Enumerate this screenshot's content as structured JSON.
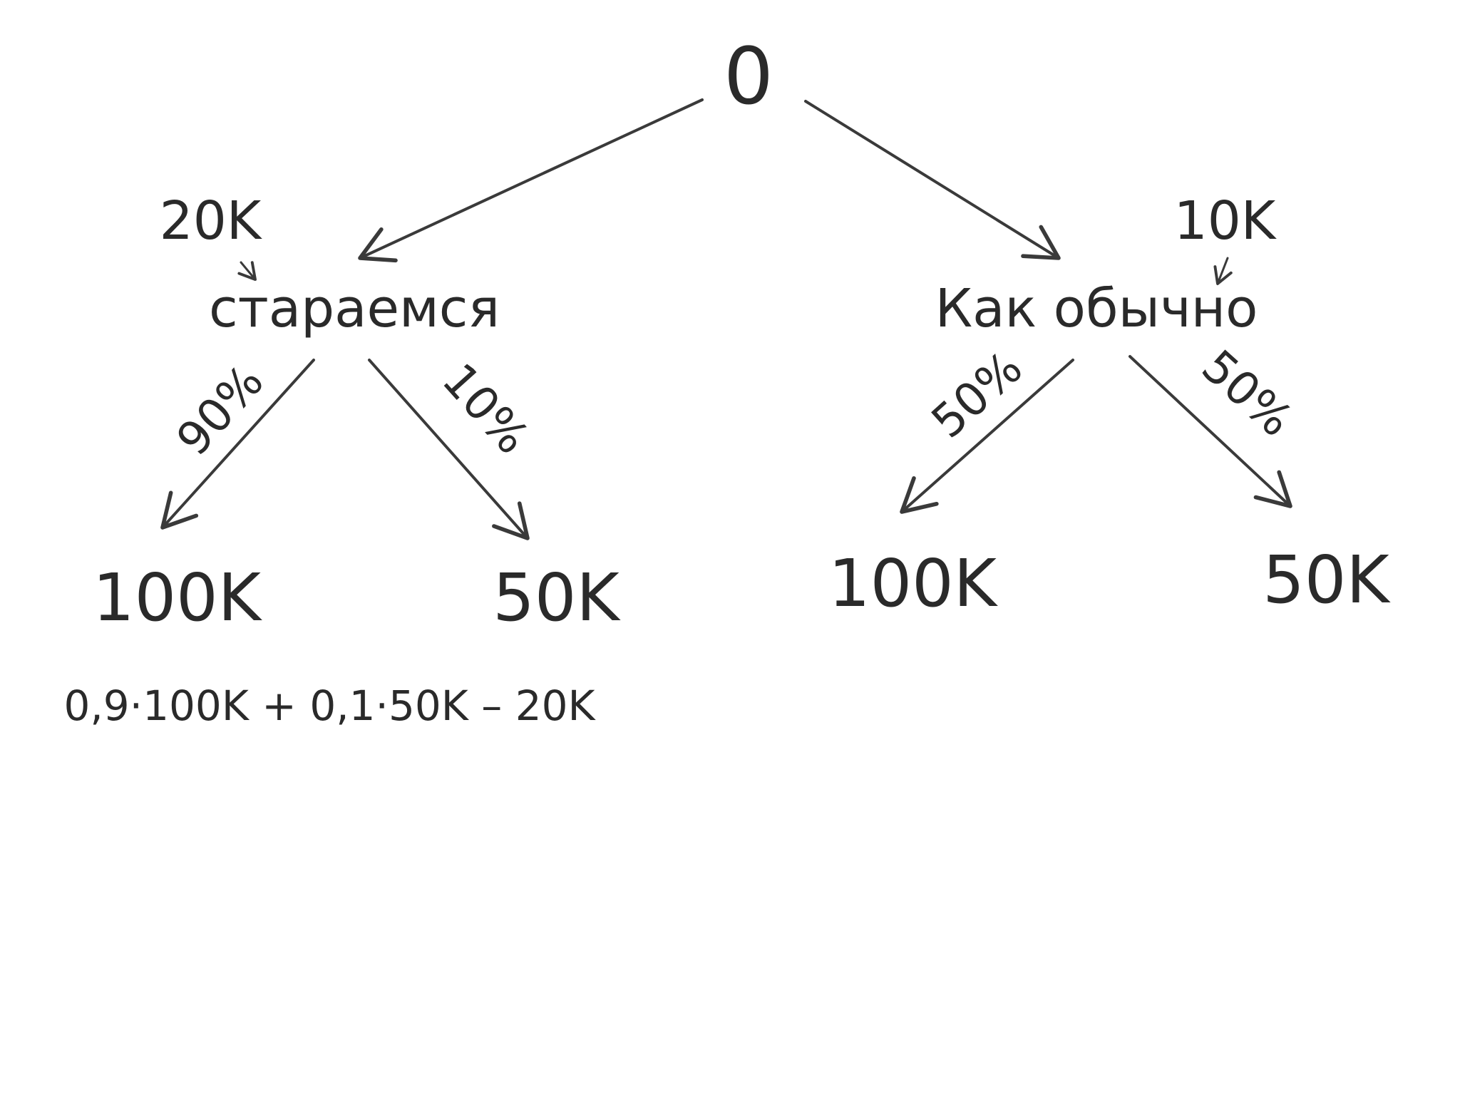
{
  "diagram": {
    "root": {
      "label": "0"
    },
    "branches": [
      {
        "label": "стараемся",
        "cost": "20K",
        "outcomes": [
          {
            "probability": "90%",
            "value": "100K"
          },
          {
            "probability": "10%",
            "value": "50K"
          }
        ]
      },
      {
        "label": "Как обычно",
        "cost": "10K",
        "outcomes": [
          {
            "probability": "50%",
            "value": "100K"
          },
          {
            "probability": "50%",
            "value": "50K"
          }
        ]
      }
    ],
    "formula": "0,9·100K + 0,1·50K – 20K"
  },
  "colors": {
    "ink": "#2a2a2a",
    "background": "#ffffff"
  }
}
